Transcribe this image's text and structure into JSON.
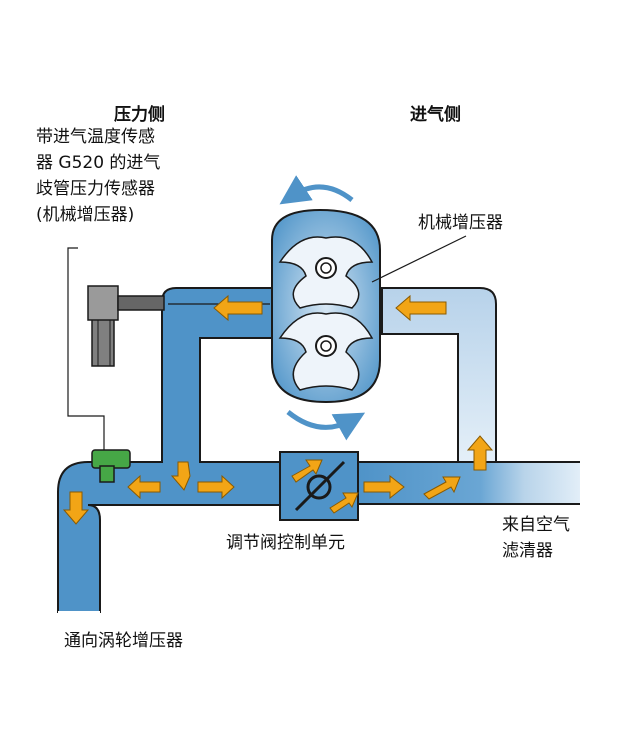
{
  "diagram": {
    "header_pressure_side": "压力侧",
    "header_intake_side": "进气侧",
    "sensor_label": [
      "带进气温度传感",
      "器 G520 的进气",
      "歧管压力传感器",
      "(机械增压器)"
    ],
    "supercharger_label": "机械增压器",
    "valve_label": "调节阀控制单元",
    "air_filter_label": [
      "来自空气",
      "滤清器"
    ],
    "turbo_label": "通向涡轮增压器"
  },
  "colors": {
    "pipe_fill": "#4f93c8",
    "pipe_light": "#dbe9f5",
    "pipe_outline": "#1a1a1a",
    "arrow": "#f2a516",
    "sensor": "#46a746",
    "rotor_fill": "#eef4fa",
    "rotation_arrow": "#4f93c8"
  },
  "icons": [
    "sensor-icon",
    "supercharger-rotor-icon",
    "valve-icon",
    "rotation-arrow-icon",
    "flow-arrow-icon"
  ]
}
